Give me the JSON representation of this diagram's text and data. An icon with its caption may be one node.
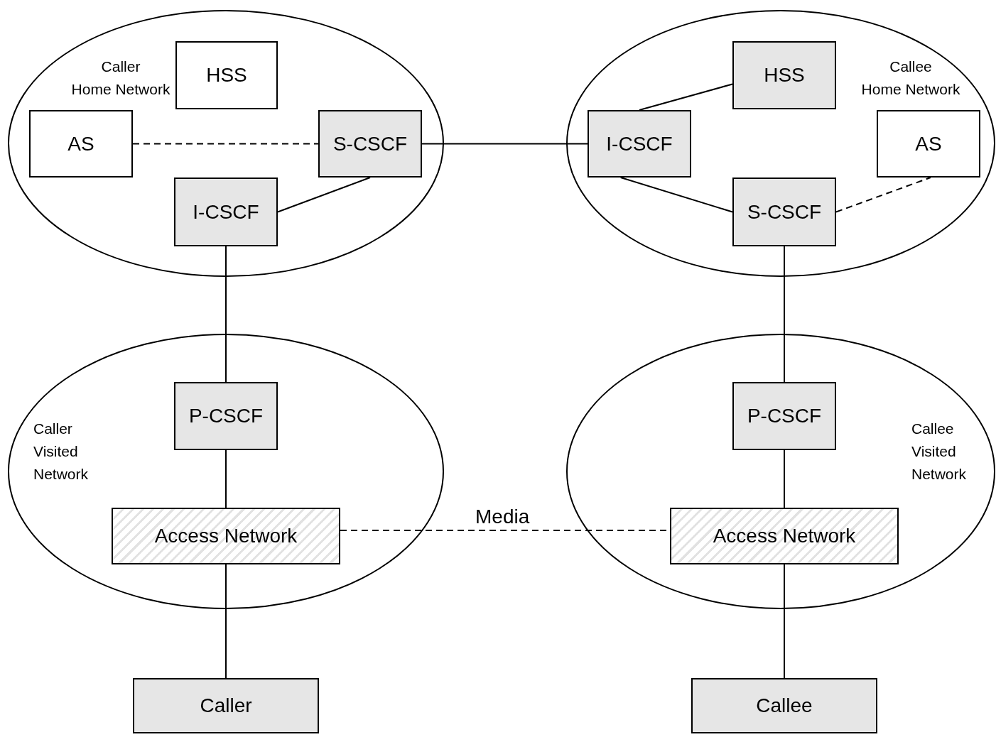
{
  "diagram": {
    "nodes": [
      {
        "text": [
          "Caller Home Network"
        ]
      },
      {
        "text": [
          "HSS"
        ],
        "in": 0
      },
      {
        "text": [
          "AS"
        ],
        "in": 0
      },
      {
        "text": [
          "S-CSCF"
        ],
        "in": 0
      },
      {
        "text": [
          "I-CSCF"
        ],
        "in": 0
      },
      {
        "text": [
          "Callee Home Network"
        ]
      },
      {
        "text": [
          "HSS"
        ],
        "in": 5
      },
      {
        "text": [
          "I-CSCF"
        ],
        "in": 5
      },
      {
        "text": [
          "AS"
        ],
        "in": 5
      },
      {
        "text": [
          "S-CSCF"
        ],
        "in": 5
      },
      {
        "text": [
          "Caller Visited Network"
        ]
      },
      {
        "text": [
          "P-CSCF"
        ],
        "in": 10
      },
      {
        "text": [
          "Access Network"
        ],
        "in": 10
      },
      {
        "text": [
          "Callee Visited Network"
        ]
      },
      {
        "text": [
          "P-CSCF"
        ],
        "in": 13
      },
      {
        "text": [
          "Access Network"
        ],
        "in": 13
      },
      {
        "text": [
          "Caller"
        ]
      },
      {
        "text": [
          "Callee"
        ]
      }
    ],
    "edges": [
      {
        "from": 2,
        "to": 3,
        "arrow": "none",
        "style": "dashed"
      },
      {
        "from": 3,
        "to": 4,
        "arrow": "none"
      },
      {
        "from": 3,
        "to": 7,
        "arrow": "none"
      },
      {
        "from": 7,
        "to": 6,
        "arrow": "none"
      },
      {
        "from": 7,
        "to": 9,
        "arrow": "none"
      },
      {
        "from": 9,
        "to": 8,
        "arrow": "none",
        "style": "dashed"
      },
      {
        "from": 4,
        "to": 11,
        "arrow": "none"
      },
      {
        "from": 9,
        "to": 14,
        "arrow": "none"
      },
      {
        "from": 11,
        "to": 12,
        "arrow": "none"
      },
      {
        "from": 14,
        "to": 15,
        "arrow": "none"
      },
      {
        "from": 12,
        "to": 16,
        "arrow": "none"
      },
      {
        "from": 15,
        "to": 17,
        "arrow": "none"
      },
      {
        "from": 12,
        "to": 15,
        "arrow": "none",
        "style": "dashed",
        "label": "Media"
      }
    ]
  }
}
